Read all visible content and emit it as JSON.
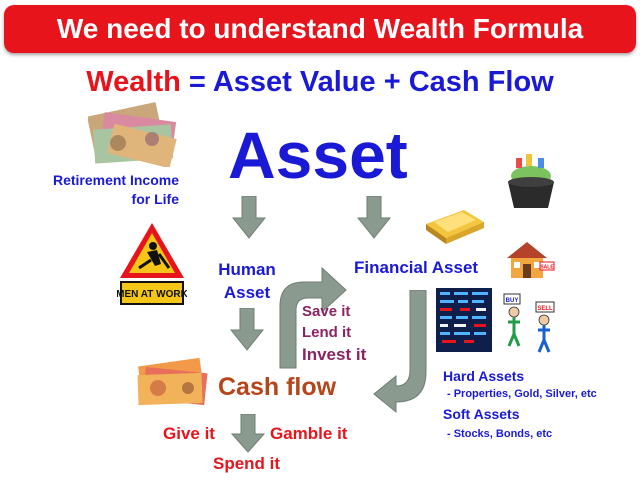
{
  "title": "We need to understand Wealth Formula",
  "formula": {
    "lhs": "Wealth",
    "equals": "=",
    "term1": "Asset Value",
    "plus": "+",
    "term2": "Cash Flow"
  },
  "asset": "Asset",
  "retirement": {
    "line1": "Retirement Income",
    "line2": "for Life"
  },
  "human_asset": {
    "line1": "Human",
    "line2": "Asset"
  },
  "financial_asset": "Financial Asset",
  "sign_text": "MEN AT WORK",
  "actions": {
    "save": "Save it",
    "lend": "Lend it",
    "invest": "Invest it"
  },
  "cash_flow": "Cash flow",
  "uses": {
    "give": "Give it",
    "gamble": "Gamble it",
    "spend": "Spend it"
  },
  "hard_assets": {
    "title": "Hard Assets",
    "detail": "- Properties, Gold, Silver, etc"
  },
  "soft_assets": {
    "title": "Soft Assets",
    "detail": "- Stocks, Bonds, etc"
  },
  "house_sign": "SALE",
  "people": {
    "buy": "BUY",
    "sell": "SELL"
  },
  "colors": {
    "title_bg": "#e8141b",
    "blue": "#1a1ad6",
    "purple": "#8b2462",
    "brown": "#b5451b",
    "arrow_gray": "#8a9a8f"
  }
}
